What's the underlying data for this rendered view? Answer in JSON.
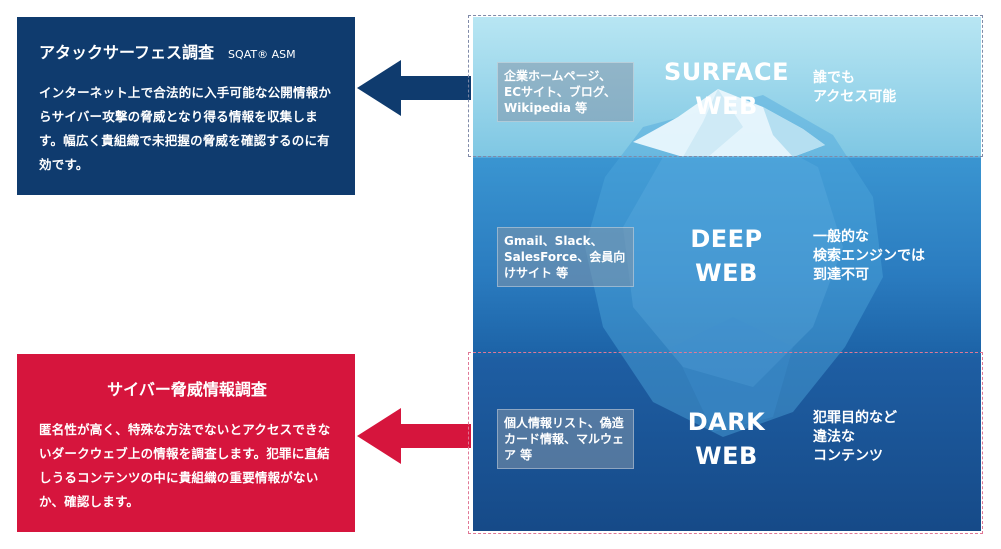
{
  "attack_surface": {
    "title": "アタックサーフェス調査",
    "subtitle": "SQAT® ASM",
    "body": "インターネット上で合法的に入手可能な公開情報からサイバー攻撃の脅威となり得る情報を収集します。幅広く貴組織で未把握の脅威を確認するのに有効です。"
  },
  "threat_intel": {
    "title": "サイバー脅威情報調査",
    "body": "匿名性が高く、特殊な方法でないとアクセスできないダークウェブ上の情報を調査します。犯罪に直結しうるコンテンツの中に貴組織の重要情報がないか、確認します。"
  },
  "layers": [
    {
      "tag": "企業ホームページ、ECサイト、ブログ、Wikipedia 等",
      "title": [
        "SURFACE",
        "WEB"
      ],
      "desc": [
        "誰でも",
        "アクセス可能"
      ]
    },
    {
      "tag": "Gmail、Slack、SalesForce、会員向けサイト 等",
      "title": [
        "DEEP",
        "WEB"
      ],
      "desc": [
        "一般的な",
        "検索エンジンでは",
        "到達不可"
      ]
    },
    {
      "tag": "個人情報リスト、偽造カード情報、マルウェア 等",
      "title": [
        "DARK",
        "WEB"
      ],
      "desc": [
        "犯罪目的など",
        "違法な",
        "コンテンツ"
      ]
    }
  ],
  "colors": {
    "navy": "#0f3b6e",
    "crimson": "#d6153d",
    "sky": "#8fd3ea",
    "deep": "#2f86c8",
    "dark": "#1a5699"
  }
}
